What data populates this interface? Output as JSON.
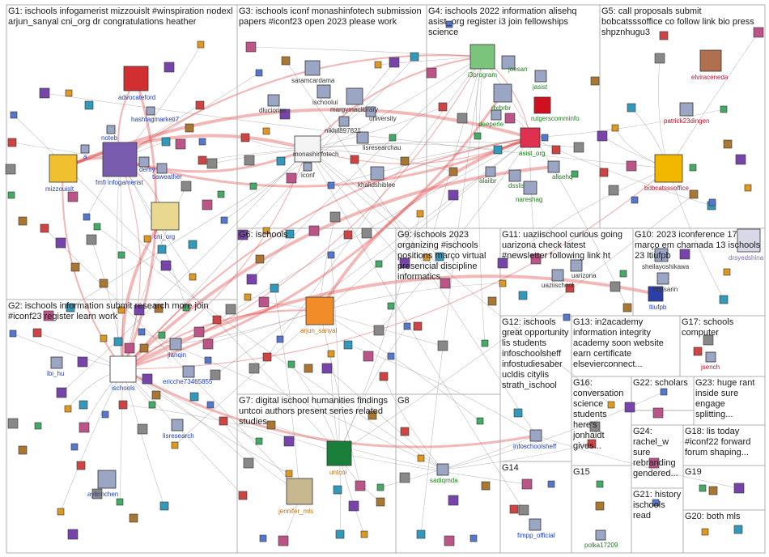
{
  "colors": {
    "edge_red": "#e03030",
    "edge_gray": "#8c8c8c",
    "border": "#b0b0b0",
    "label_blue": "#1f3fbf",
    "label_red": "#c0102a",
    "label_green": "#1a7f1a",
    "label_dark": "#333333"
  },
  "groups": [
    {
      "id": "G1",
      "label": "G1: ischools infogamerist mizzouislt #winspiration nodexl arjun_sanyal cni_org dr congratulations heather"
    },
    {
      "id": "G3",
      "label": "G3: ischools iconf monashinfotech submission papers #iconf23 open 2023 please work"
    },
    {
      "id": "G4",
      "label": "G4: ischools 2022 information alisehq asist_org register i3 join fellowships science"
    },
    {
      "id": "G5",
      "label": "G5: call proposals submit bobcatsssoffice co follow link bio press shpznhugu3"
    },
    {
      "id": "G6",
      "label": "G6: ischools"
    },
    {
      "id": "G9",
      "label": "G9: ischools 2023 organizing #ischools positions março virtual presencial discipline informatics"
    },
    {
      "id": "G11",
      "label": "G11: uaziischool curious going uarizona check latest #newsletter following link ht"
    },
    {
      "id": "G10",
      "label": "G10: 2023 iconference 17 março em chamada 13 ischools 23 ltiufpb"
    },
    {
      "id": "G2",
      "label": "G2: ischools information submit research more join #iconf23 register learn work"
    },
    {
      "id": "G12",
      "label": "G12: ischools great opportunity lis students infoschoolsheff infostudiesaber ucldis citylis strath_ischool"
    },
    {
      "id": "G13",
      "label": "G13: in2academy information integrity academy soon website earn certificate elsevierconnect..."
    },
    {
      "id": "G17",
      "label": "G17: schools computer"
    },
    {
      "id": "G7",
      "label": "G7: digital ischool humanities findings untcoi authors present series related studies"
    },
    {
      "id": "G8",
      "label": "G8"
    },
    {
      "id": "G16",
      "label": "G16: conversation science students here's jonhaidt gives..."
    },
    {
      "id": "G22",
      "label": "G22: scholars"
    },
    {
      "id": "G23",
      "label": "G23: huge rant inside sure engage splitting..."
    },
    {
      "id": "G24",
      "label": "G24: rachel_w sure rebranding gendered..."
    },
    {
      "id": "G18",
      "label": "G18: lis today #iconf22 forward forum shaping..."
    },
    {
      "id": "G14",
      "label": "G14"
    },
    {
      "id": "G15",
      "label": "G15"
    },
    {
      "id": "G19",
      "label": "G19"
    },
    {
      "id": "G21",
      "label": "G21: history ischools read"
    },
    {
      "id": "G20",
      "label": "G20: both mls"
    }
  ],
  "nodes": [
    {
      "id": "advocateford",
      "label": "advocateford",
      "color": "#1f3fbf"
    },
    {
      "id": "hashtagmarketi7",
      "label": "hashtagmarketi7",
      "color": "#1f3fbf"
    },
    {
      "id": "noteb",
      "label": "noteb",
      "color": "#1f3fbf"
    },
    {
      "id": "mizzouislt",
      "label": "mizzouislt",
      "color": "#1f3fbf"
    },
    {
      "id": "infogamerist",
      "label": "fmfi infogamerist",
      "color": "#1f3fbf"
    },
    {
      "id": "demy",
      "label": "demy",
      "color": "#1f3fbf"
    },
    {
      "id": "tiaweather",
      "label": "tiaweather",
      "color": "#1f3fbf"
    },
    {
      "id": "a",
      "label": "a",
      "color": "#1f3fbf"
    },
    {
      "id": "cni_org",
      "label": "cni_org",
      "color": "#1f3fbf"
    },
    {
      "id": "saramcardama",
      "label": "saramcardama",
      "color": "#333333"
    },
    {
      "id": "dluciorias",
      "label": "dluciorias",
      "color": "#333333"
    },
    {
      "id": "ischoolui",
      "label": "ischoolui",
      "color": "#333333"
    },
    {
      "id": "margymaclibrary",
      "label": "margymaclibrary",
      "color": "#333333"
    },
    {
      "id": "university",
      "label": "university",
      "color": "#333333"
    },
    {
      "id": "nikhil897821",
      "label": "nikhil897821",
      "color": "#333333"
    },
    {
      "id": "lisresearchau",
      "label": "lisresearchau",
      "color": "#333333"
    },
    {
      "id": "monashinfotech",
      "label": "monashinfotech",
      "color": "#333333"
    },
    {
      "id": "iconf",
      "label": "iconf",
      "color": "#333333"
    },
    {
      "id": "khalidshiblee",
      "label": "khalidshiblee",
      "color": "#333333"
    },
    {
      "id": "i3program",
      "label": "i3program",
      "color": "#1a7f1a"
    },
    {
      "id": "joesan",
      "label": "joesan",
      "color": "#1a7f1a"
    },
    {
      "id": "jasist",
      "label": "jasist",
      "color": "#1a7f1a"
    },
    {
      "id": "rbrbrbr",
      "label": "rbrbrbr",
      "color": "#1a7f1a"
    },
    {
      "id": "rutgerscomminfo",
      "label": "rutgerscomminfo",
      "color": "#1a7f1a"
    },
    {
      "id": "deeperlearning",
      "label": "deeperle",
      "color": "#1a7f1a"
    },
    {
      "id": "asist_org",
      "label": "asist_org",
      "color": "#1a7f1a"
    },
    {
      "id": "alaiibr",
      "label": "alaiibr",
      "color": "#1a7f1a"
    },
    {
      "id": "dsslis",
      "label": "dsslis",
      "color": "#1a7f1a"
    },
    {
      "id": "alisehq",
      "label": "alisehq",
      "color": "#1a7f1a"
    },
    {
      "id": "nareshag",
      "label": "nareshag",
      "color": "#1a7f1a"
    },
    {
      "id": "elviraceneda",
      "label": "elviraceneda",
      "color": "#c0102a"
    },
    {
      "id": "patrick23dingen",
      "label": "patrick23dingen",
      "color": "#c0102a"
    },
    {
      "id": "bobcatsssoffice",
      "label": "bobcatsssoffice",
      "color": "#c0102a"
    },
    {
      "id": "arjun_sanyal",
      "label": "arjun_sanyal",
      "color": "#c07010"
    },
    {
      "id": "uaziischool",
      "label": "uaziischool",
      "color": "#333333"
    },
    {
      "id": "uarizona",
      "label": "uarizona",
      "color": "#333333"
    },
    {
      "id": "sheilayoshikawa",
      "label": "sheilayoshikawa",
      "color": "#333333"
    },
    {
      "id": "hcasarin",
      "label": "hcasarin",
      "color": "#333333"
    },
    {
      "id": "ltiufpb",
      "label": "ltiufpb",
      "color": "#1f3fbf"
    },
    {
      "id": "drsyedshina",
      "label": "drsyedshina",
      "color": "#7a6fbf"
    },
    {
      "id": "ischools",
      "label": "ischools",
      "color": "#1f3fbf"
    },
    {
      "id": "ibi_hu",
      "label": "ibi_hu",
      "color": "#1f3fbf"
    },
    {
      "id": "jianqin",
      "label": "jianqin",
      "color": "#1f3fbf"
    },
    {
      "id": "ericche73465855",
      "label": "ericche73465855",
      "color": "#1f3fbf"
    },
    {
      "id": "lisresearch",
      "label": "lisresearch",
      "color": "#1f3fbf"
    },
    {
      "id": "aylinnchen",
      "label": "aylinnchen",
      "color": "#1f3fbf"
    },
    {
      "id": "infoschoolsheff",
      "label": "infoschoolsheff",
      "color": "#1f3fbf"
    },
    {
      "id": "untcoi",
      "label": "untcoi",
      "color": "#c07010"
    },
    {
      "id": "jennifer_mls",
      "label": "jennifer_mls",
      "color": "#c07010"
    },
    {
      "id": "sadiqmda",
      "label": "sadiqmda",
      "color": "#1a7f1a"
    },
    {
      "id": "fimpp_official",
      "label": "fimpp_official",
      "color": "#1f3fbf"
    },
    {
      "id": "polka17209",
      "label": "polka17209",
      "color": "#1a7f1a"
    },
    {
      "id": "jsench",
      "label": "jsench",
      "color": "#c0102a"
    }
  ]
}
